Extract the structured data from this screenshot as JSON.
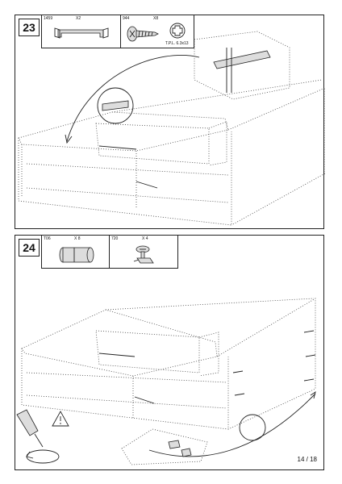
{
  "page_number": "14 / 18",
  "steps": [
    {
      "number": "23",
      "parts": [
        {
          "code": "1459",
          "qty": "X2",
          "icon": "bracket-icon"
        },
        {
          "code": "944",
          "qty": "X8",
          "icon": "screw-icon",
          "label": "T.P.L. 6.3x13"
        }
      ]
    },
    {
      "number": "24",
      "parts": [
        {
          "code": "T06",
          "qty": "X 8",
          "icon": "dowel-icon"
        },
        {
          "code": "720",
          "qty": "X 4",
          "icon": "cam-lock-icon"
        }
      ]
    }
  ]
}
